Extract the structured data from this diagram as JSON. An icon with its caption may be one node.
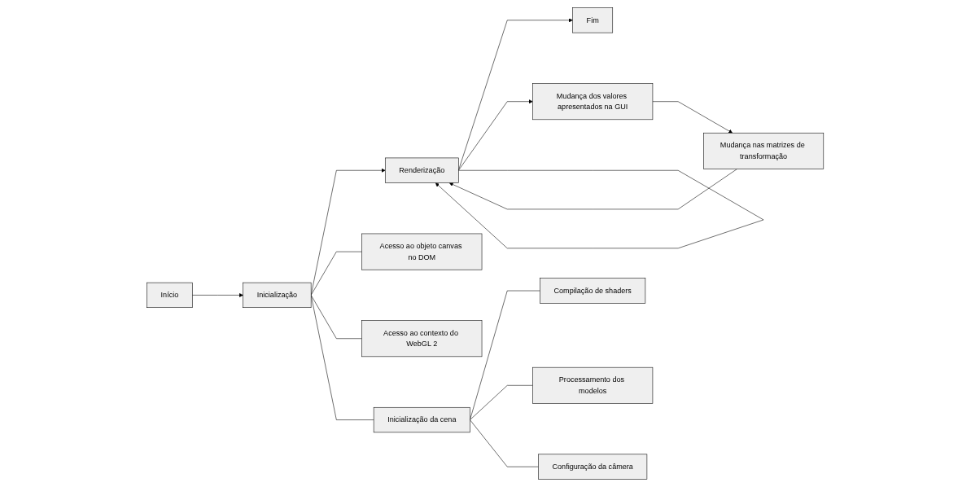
{
  "diagram": {
    "nodes": [
      {
        "text": [
          "Início"
        ]
      },
      {
        "text": [
          "Inicialização"
        ]
      },
      {
        "text": [
          "Renderização"
        ]
      },
      {
        "text": [
          "Fim"
        ]
      },
      {
        "text": [
          "Mudança dos valores apresentados na GUI"
        ]
      },
      {
        "text": [
          "Mudança nas matrizes de transformação"
        ]
      },
      {
        "text": [
          "Acesso ao objeto canvas no DOM"
        ]
      },
      {
        "text": [
          "Acesso ao contexto do WebGL 2"
        ]
      },
      {
        "text": [
          "Inicialização da cena"
        ]
      },
      {
        "text": [
          "Compilação de shaders"
        ]
      },
      {
        "text": [
          "Processamento dos modelos"
        ]
      },
      {
        "text": [
          "Configuração da câmera"
        ]
      }
    ],
    "edges": [
      {
        "from": 0,
        "to": 1,
        "arrow": "to"
      },
      {
        "from": 1,
        "to": 2,
        "arrow": "to"
      },
      {
        "from": 2,
        "to": 3,
        "arrow": "to"
      },
      {
        "from": 2,
        "to": 4,
        "arrow": "to"
      },
      {
        "from": 4,
        "to": 5,
        "arrow": "to"
      },
      {
        "from": 5,
        "to": 2,
        "arrow": "to"
      },
      {
        "from": 1,
        "to": 6,
        "arrow": "none"
      },
      {
        "from": 1,
        "to": 7,
        "arrow": "none"
      },
      {
        "from": 1,
        "to": 8,
        "arrow": "none"
      },
      {
        "from": 8,
        "to": 9,
        "arrow": "none"
      },
      {
        "from": 8,
        "to": 10,
        "arrow": "none"
      },
      {
        "from": 8,
        "to": 11,
        "arrow": "none"
      },
      {
        "from": 2,
        "to": 2,
        "arrow": "to"
      }
    ]
  }
}
